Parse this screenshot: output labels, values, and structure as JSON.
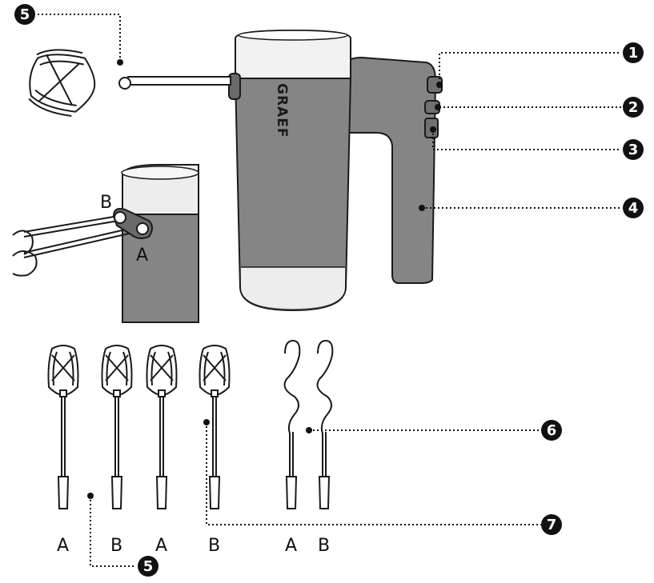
{
  "brand_logo": "GRAEF",
  "callouts": {
    "c1": "1",
    "c2": "2",
    "c3": "3",
    "c4": "4",
    "c5_top": "5",
    "c5_bottom": "5",
    "c6": "6",
    "c7": "7"
  },
  "inset_labels": {
    "b": "B",
    "a": "A"
  },
  "attachment_labels": [
    "A",
    "B",
    "A",
    "B",
    "A",
    "B"
  ],
  "colors": {
    "body_gray": "#858585",
    "body_light": "#e9e9e9",
    "body_dark": "#5e5e5e",
    "callout_fill": "#111111"
  }
}
